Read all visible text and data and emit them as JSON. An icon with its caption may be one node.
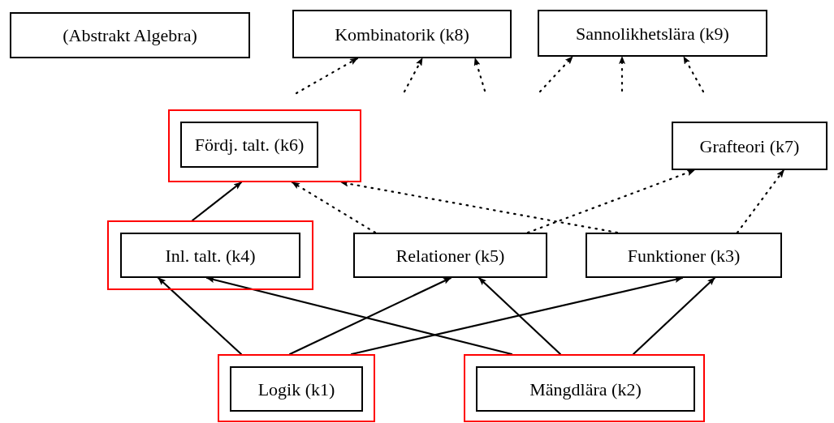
{
  "diagram": {
    "nodes": [
      {
        "text": [
          "(Abstrakt Algebra)"
        ]
      },
      {
        "text": [
          "Kombinatorik (k8)"
        ]
      },
      {
        "text": [
          "Sannolikhetslära (k9)"
        ]
      },
      {
        "text": [],
        "shape": "box"
      },
      {
        "text": [
          "Fördj. talt. (k6)"
        ],
        "in": 3
      },
      {
        "text": [
          "Grafteori (k7)"
        ]
      },
      {
        "text": [],
        "shape": "box"
      },
      {
        "text": [
          "Inl. talt. (k4)"
        ],
        "in": 6
      },
      {
        "text": [
          "Relationer (k5)"
        ]
      },
      {
        "text": [
          "Funktioner (k3)"
        ]
      },
      {
        "text": [],
        "shape": "box"
      },
      {
        "text": [
          "Logik (k1)"
        ],
        "in": 10
      },
      {
        "text": [],
        "shape": "box"
      },
      {
        "text": [
          "Mängdlära (k2)"
        ],
        "in": 12
      }
    ],
    "edges": [
      {
        "from": null,
        "to": 1,
        "arrow": "to",
        "style": "dashed"
      },
      {
        "from": null,
        "to": 1,
        "arrow": "to",
        "style": "dashed"
      },
      {
        "from": null,
        "to": 1,
        "arrow": "to",
        "style": "dashed"
      },
      {
        "from": null,
        "to": 2,
        "arrow": "to",
        "style": "dashed"
      },
      {
        "from": null,
        "to": 2,
        "arrow": "to",
        "style": "dashed"
      },
      {
        "from": null,
        "to": 2,
        "arrow": "to",
        "style": "dashed"
      },
      {
        "from": 6,
        "to": 3,
        "arrow": "to"
      },
      {
        "from": 8,
        "to": 3,
        "arrow": "to",
        "style": "dashed"
      },
      {
        "from": 9,
        "to": 3,
        "arrow": "to",
        "style": "dashed"
      },
      {
        "from": 8,
        "to": 5,
        "arrow": "to",
        "style": "dashed"
      },
      {
        "from": 9,
        "to": 5,
        "arrow": "to",
        "style": "dashed"
      },
      {
        "from": 10,
        "to": 7,
        "arrow": "to"
      },
      {
        "from": 10,
        "to": 8,
        "arrow": "to"
      },
      {
        "from": 10,
        "to": 9,
        "arrow": "to"
      },
      {
        "from": 12,
        "to": 7,
        "arrow": "to"
      },
      {
        "from": 12,
        "to": 8,
        "arrow": "to"
      },
      {
        "from": 12,
        "to": 9,
        "arrow": "to"
      }
    ]
  }
}
